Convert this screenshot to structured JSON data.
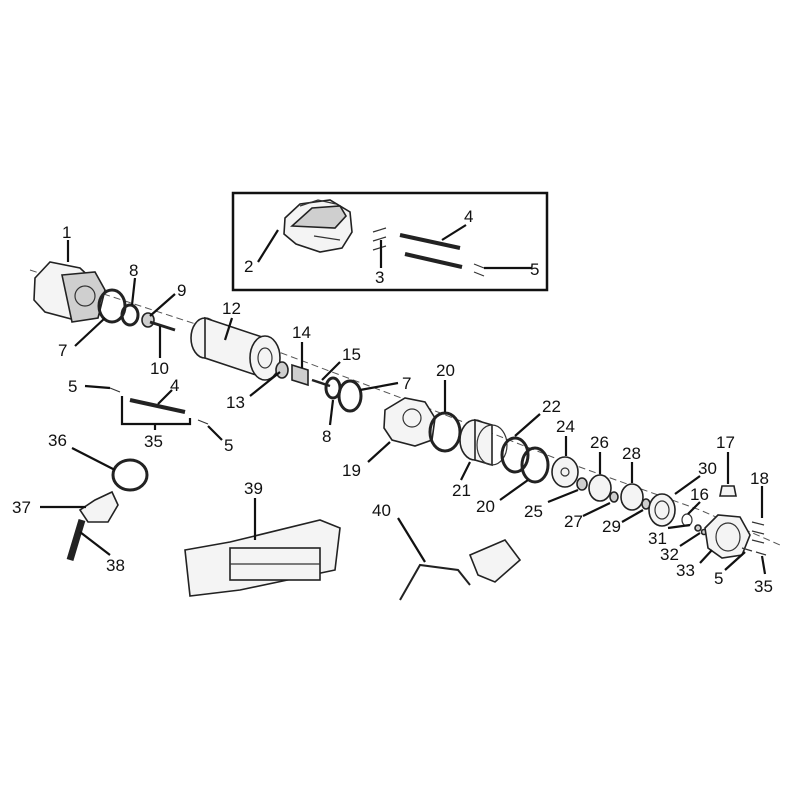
{
  "diagram": {
    "callouts": {
      "c1": "1",
      "c2": "2",
      "c3": "3",
      "c4a": "4",
      "c5a": "5",
      "c8a": "8",
      "c9": "9",
      "c7a": "7",
      "c10": "10",
      "c12": "12",
      "c13": "13",
      "c14": "14",
      "c15": "15",
      "c7b": "7",
      "c8b": "8",
      "c5b": "5",
      "c4b": "4",
      "c35a": "35",
      "c5c": "5",
      "c20a": "20",
      "c22": "22",
      "c19": "19",
      "c21": "21",
      "c20b": "20",
      "c24": "24",
      "c26": "26",
      "c28": "28",
      "c25": "25",
      "c27": "27",
      "c29": "29",
      "c30": "30",
      "c17": "17",
      "c16": "16",
      "c18": "18",
      "c31": "31",
      "c32": "32",
      "c33": "33",
      "c5d": "5",
      "c35b": "35",
      "c36": "36",
      "c37": "37",
      "c38": "38",
      "c39": "39",
      "c40": "40"
    }
  }
}
